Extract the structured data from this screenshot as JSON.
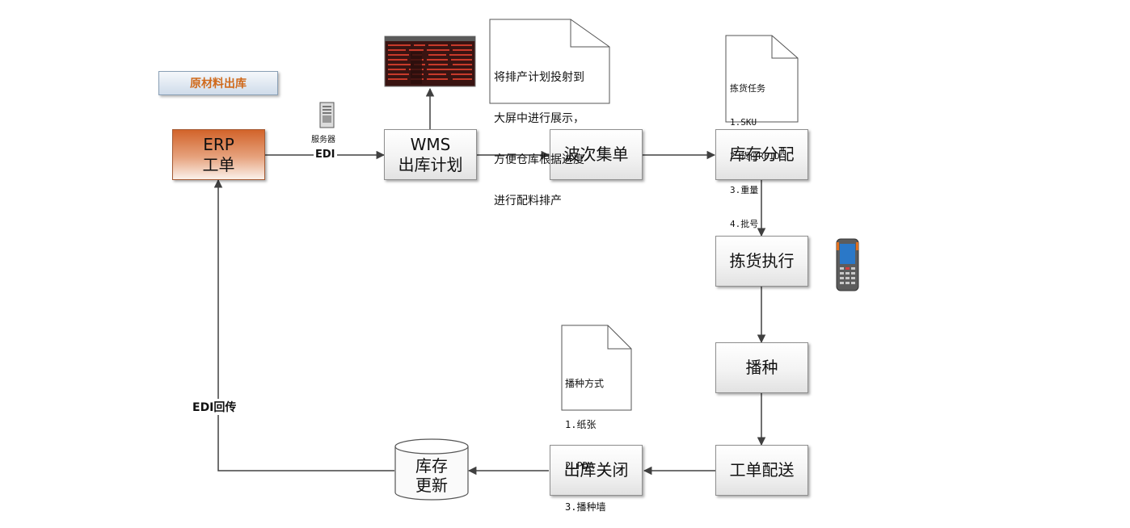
{
  "title_tag": "原材料出库",
  "nodes": {
    "erp": {
      "line1": "ERP",
      "line2": "工单"
    },
    "wms": {
      "line1": "WMS",
      "line2": "出库计划"
    },
    "wave": "波次集单",
    "alloc": "库存分配",
    "pick": "拣货执行",
    "sow": "播种",
    "deliver": "工单配送",
    "close": "出库关闭",
    "update": {
      "line1": "库存",
      "line2": "更新"
    }
  },
  "labels": {
    "server": "服务器",
    "edi": "EDI",
    "edi_return": "EDI回传"
  },
  "notes": {
    "screen": [
      "将排产计划投射到",
      "大屏中进行展示，",
      "方便仓库根据进度",
      "进行配料排产"
    ],
    "pick_task": [
      "拣货任务",
      "1.SKU",
      "2.货位RFID",
      "3.重量",
      "4.批号"
    ],
    "sow_method": [
      "播种方式",
      "1.纸张",
      "2.PDA",
      "3.播种墙"
    ]
  }
}
